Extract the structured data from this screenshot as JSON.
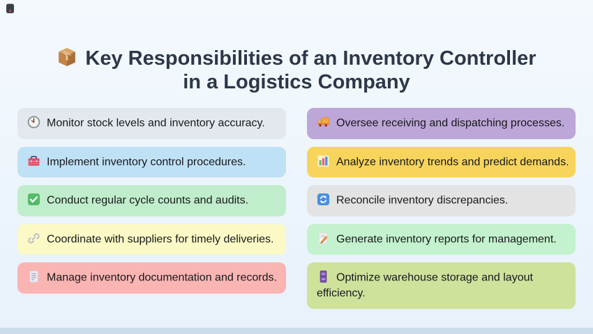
{
  "header": {
    "icon": "package-icon",
    "title_line1": "Key Responsibilities of an Inventory Controller",
    "title_line2": "in a Logistics Company",
    "title_color": "#2d3748"
  },
  "page": {
    "background_color": "#edf5fc",
    "bottom_band_color": "#ccdcea"
  },
  "cards": {
    "left": [
      {
        "icon_name": "clock-icon",
        "text": "Monitor stock levels and inventory accuracy.",
        "bg": "#e3e8ee"
      },
      {
        "icon_name": "toolbox-icon",
        "text": "Implement inventory control procedures.",
        "bg": "#bfe1f6"
      },
      {
        "icon_name": "check-mark-icon",
        "text": "Conduct regular cycle counts and audits.",
        "bg": "#c0edcb"
      },
      {
        "icon_name": "link-icon",
        "text": "Coordinate with suppliers for timely deliveries.",
        "bg": "#fbf9c5"
      },
      {
        "icon_name": "document-icon",
        "text": "Manage inventory documentation and records.",
        "bg": "#fab5b3"
      }
    ],
    "right": [
      {
        "icon_name": "delivery-truck-icon",
        "text": "Oversee receiving and dispatching processes.",
        "bg": "#bda6d8"
      },
      {
        "icon_name": "bar-chart-icon",
        "text": "Analyze inventory trends and predict demands.",
        "bg": "#f7d45c"
      },
      {
        "icon_name": "sync-arrows-icon",
        "text": "Reconcile inventory discrepancies.",
        "bg": "#e3e3e3"
      },
      {
        "icon_name": "memo-pencil-icon",
        "text": "Generate inventory reports for management.",
        "bg": "#c4f2ce"
      },
      {
        "icon_name": "file-cabinet-icon",
        "text": "Optimize warehouse storage and layout efficiency.",
        "bg": "#cfe29c"
      }
    ]
  }
}
